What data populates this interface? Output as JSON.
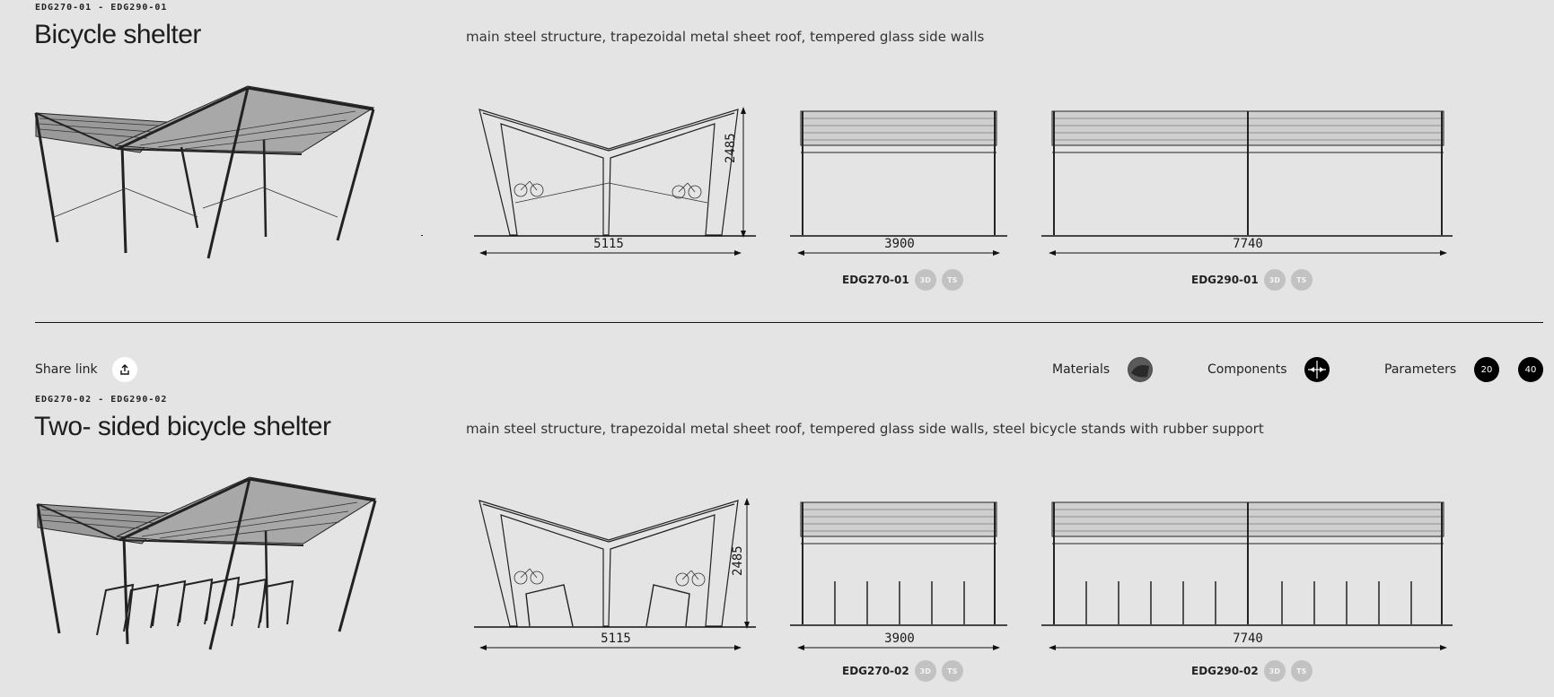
{
  "products": [
    {
      "code_range": "EDG270-01 - EDG290-01",
      "title": "Bicycle shelter",
      "description": "main steel structure, trapezoidal metal sheet roof, tempered glass side walls",
      "dims": {
        "side_width": "5115",
        "height": "2485",
        "short_length": "3900",
        "long_length": "7740"
      },
      "models": [
        {
          "code": "EDG270-01",
          "btn_3d": "3D",
          "btn_ts": "TS"
        },
        {
          "code": "EDG290-01",
          "btn_3d": "3D",
          "btn_ts": "TS"
        }
      ]
    },
    {
      "code_range": "EDG270-02 - EDG290-02",
      "title": "Two- sided bicycle shelter",
      "description": "main steel structure, trapezoidal metal sheet roof, tempered glass side walls, steel bicycle stands with rubber support",
      "dims": {
        "side_width": "5115",
        "height": "2485",
        "short_length": "3900",
        "long_length": "7740"
      },
      "models": [
        {
          "code": "EDG270-02",
          "btn_3d": "3D",
          "btn_ts": "TS"
        },
        {
          "code": "EDG290-02",
          "btn_3d": "3D",
          "btn_ts": "TS"
        }
      ]
    }
  ],
  "toolbar": {
    "share_label": "Share link",
    "materials_label": "Materials",
    "components_label": "Components",
    "parameters_label": "Parameters",
    "param_20": "20",
    "param_40": "40"
  },
  "icons": {
    "share": "share-icon",
    "materials": "materials-swatch-icon",
    "components": "components-icon"
  }
}
